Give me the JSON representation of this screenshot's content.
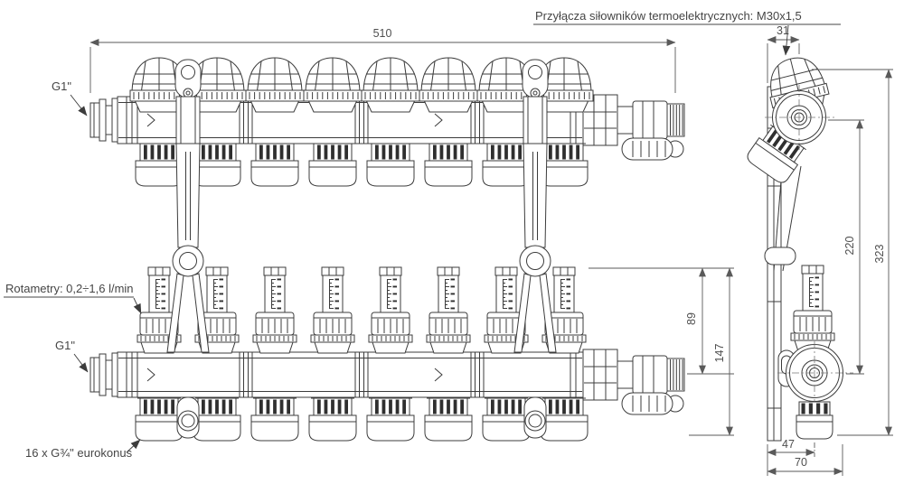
{
  "drawing": {
    "labels": {
      "actuator_note": "Przyłącza siłowników termoelektrycznych: M30x1,5",
      "inlet_top": "G1\"",
      "inlet_bottom": "G1\"",
      "rotameter_note": "Rotametry: 0,2÷1,6 l/min",
      "outlet_note": "16 x G¾\" eurokonus"
    },
    "dimensions": {
      "overall_length": "510",
      "top_depth": "31",
      "overall_height": "323",
      "axis_spacing": "220",
      "rotameter_top_to_axis": "89",
      "rotameter_top_to_bottom": "147",
      "outlet_axis_offset": "47",
      "bottom_depth": "70"
    },
    "circuit_count": 8,
    "colors": {
      "line": "#3c3c3c",
      "dim": "#5a5a5a",
      "rib": "#2f2f2f"
    }
  }
}
